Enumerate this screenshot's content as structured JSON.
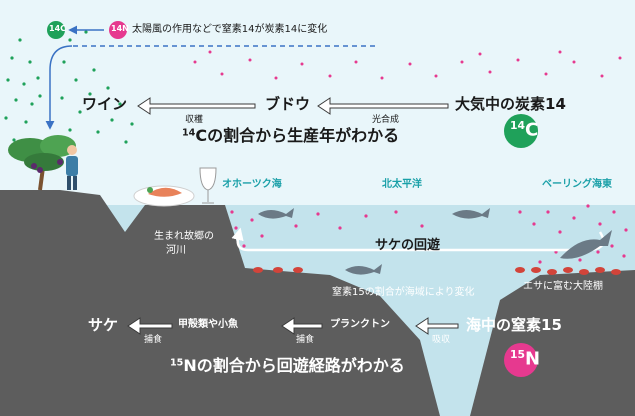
{
  "header": {
    "c_badge": "14C",
    "n_badge": "14N",
    "transform_text": "太陽風の作用などで窒素14が炭素14に変化"
  },
  "carbon_chain": {
    "source": "大気中の炭素14",
    "step1": "光合成",
    "mid": "ブドウ",
    "step2": "収穫",
    "end": "ワイン",
    "conclusion_sup": "14",
    "conclusion": "Cの割合から生産年がわかる",
    "badge_sup": "14",
    "badge": "C"
  },
  "ocean": {
    "okhotsk": "オホーツク海",
    "north_pacific": "北太平洋",
    "bering": "ベーリング海東",
    "migration": "サケの回遊",
    "river": [
      "生まれ故郷の",
      "河川"
    ],
    "shelf": "エサに富む大陸棚",
    "note": "窒素15の割合が海域により変化"
  },
  "nitrogen_chain": {
    "source": "海中の窒素15",
    "step1": "吸収",
    "mid1": "プランクトン",
    "step2": "捕食",
    "mid2": "甲殻類や小魚",
    "step3": "捕食",
    "end": "サケ",
    "conclusion_sup": "15",
    "conclusion": "Nの割合から回遊経路がわかる",
    "badge_sup": "15",
    "badge": "N"
  },
  "colors": {
    "sky": "#e9f6fa",
    "sea": "#c3e3ec",
    "ground": "#5d5d5d",
    "carbon_green": "#1fa15a",
    "nitrogen_pink": "#e6398f",
    "text_teal": "#1aa0a8"
  },
  "icons": [
    "grape-tree-icon",
    "farmer-icon",
    "wine-glass-icon",
    "salmon-dish-icon",
    "salmon-icon",
    "crab-icon"
  ]
}
